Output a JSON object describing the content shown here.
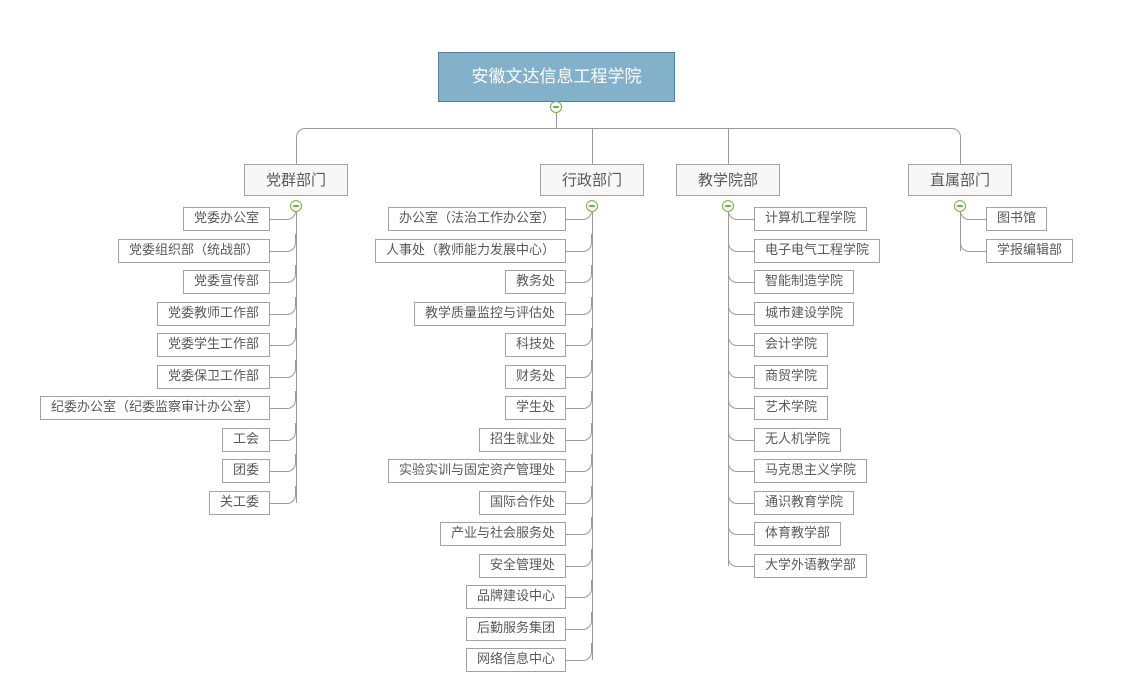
{
  "root": {
    "label": "安徽文达信息工程学院"
  },
  "colors": {
    "root_fill": "#82b1c9",
    "root_border": "#4f80a0",
    "root_text": "#ffffff",
    "node_fill": "#ffffff",
    "header_fill": "#f7f7f7",
    "node_border": "#a2a2a2",
    "node_text": "#595959",
    "connector_line": "#9b9b9b",
    "collapse_green": "#6eb33f"
  },
  "icons": {
    "collapse": "minus-circle-icon"
  },
  "branches": [
    {
      "label": "党群部门",
      "children": [
        "党委办公室",
        "党委组织部（统战部）",
        "党委宣传部",
        "党委教师工作部",
        "党委学生工作部",
        "党委保卫工作部",
        "纪委办公室（纪委监察审计办公室）",
        "工会",
        "团委",
        "关工委"
      ]
    },
    {
      "label": "行政部门",
      "children": [
        "办公室（法治工作办公室）",
        "人事处（教师能力发展中心）",
        "教务处",
        "教学质量监控与评估处",
        "科技处",
        "财务处",
        "学生处",
        "招生就业处",
        "实验实训与固定资产管理处",
        "国际合作处",
        "产业与社会服务处",
        "安全管理处",
        "品牌建设中心",
        "后勤服务集团",
        "网络信息中心"
      ]
    },
    {
      "label": "教学院部",
      "children": [
        "计算机工程学院",
        "电子电气工程学院",
        "智能制造学院",
        "城市建设学院",
        "会计学院",
        "商贸学院",
        "艺术学院",
        "无人机学院",
        "马克思主义学院",
        "通识教育学院",
        "体育教学部",
        "大学外语教学部"
      ]
    },
    {
      "label": "直属部门",
      "children": [
        "图书馆",
        "学报编辑部"
      ]
    }
  ]
}
